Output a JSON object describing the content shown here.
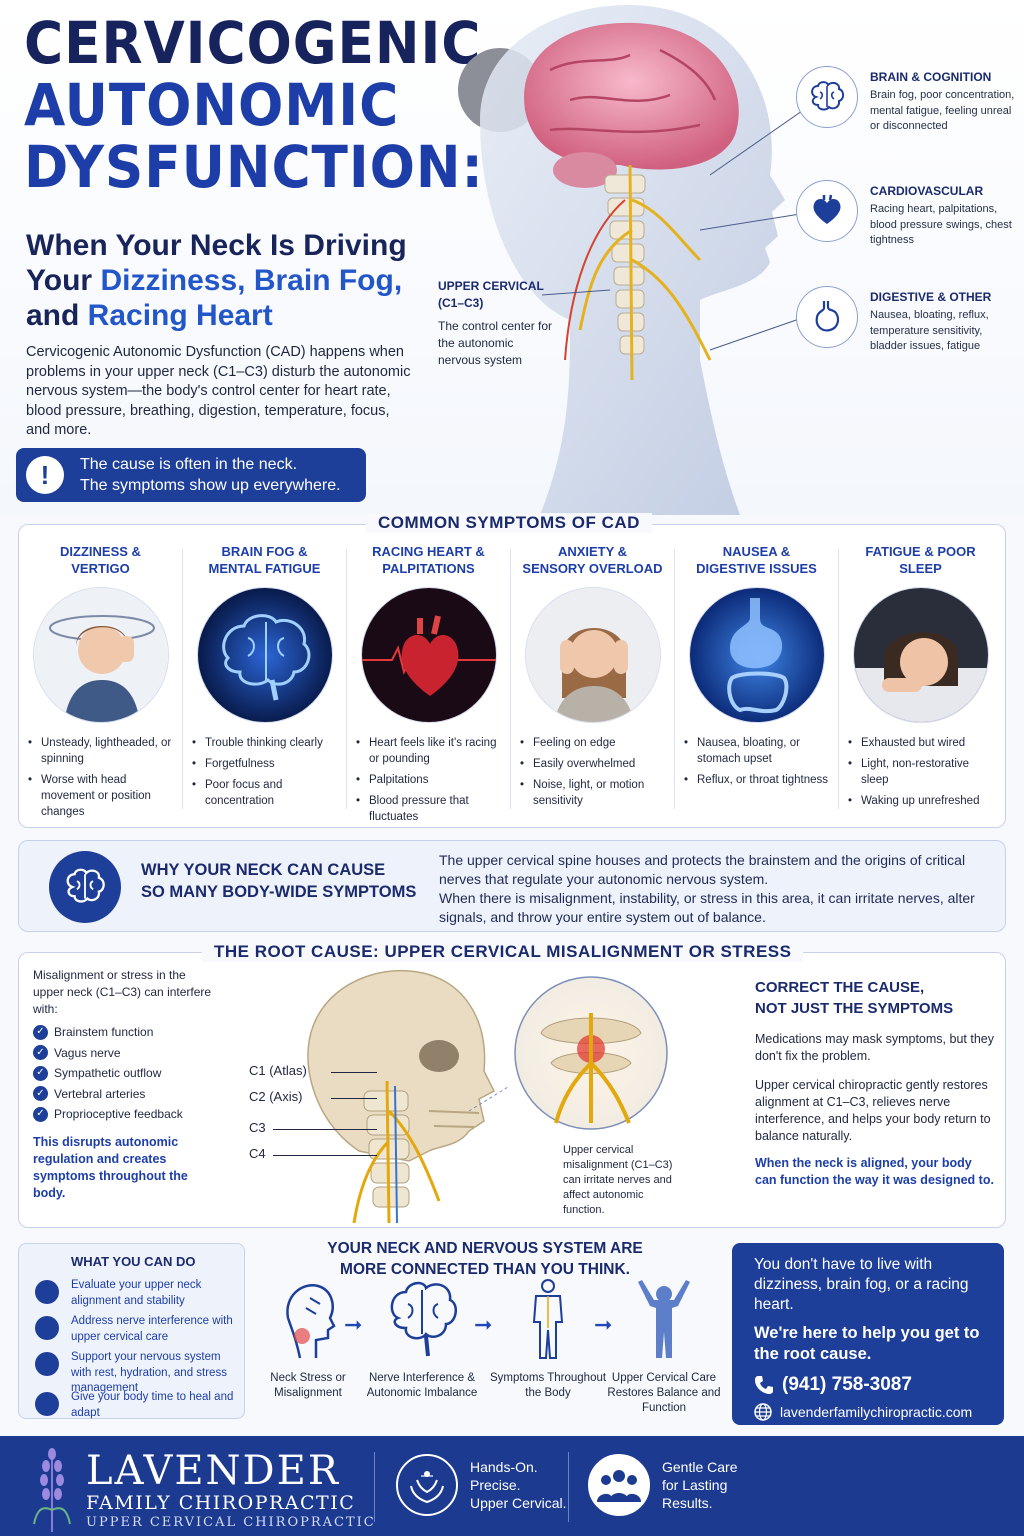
{
  "header": {
    "title_line1": "CERVICOGENIC",
    "title_line2": "AUTONOMIC",
    "title_line3": "DYSFUNCTION:",
    "subtitle_part1": "When Your Neck Is Driving Your ",
    "subtitle_hl1": "Dizziness, Brain Fog,",
    "subtitle_part2": " and ",
    "subtitle_hl2": "Racing Heart",
    "intro": "Cervicogenic Autonomic Dysfunction (CAD) happens when problems in your upper neck (C1–C3) disturb the autonomic nervous system—the body's control center for heart rate, blood pressure, breathing, digestion, temperature, focus, and more.",
    "callout_icon": "!",
    "callout_line1": "The cause is often in the neck.",
    "callout_line2": "The symptoms show up everywhere."
  },
  "upper_cervical": {
    "heading_line1": "UPPER CERVICAL",
    "heading_line2": "(C1–C3)",
    "text": "The control center for the autonomic nervous system"
  },
  "side_items": [
    {
      "icon": "brain-icon",
      "heading": "BRAIN & COGNITION",
      "text": "Brain fog, poor concentration, mental fatigue, feeling unreal or disconnected"
    },
    {
      "icon": "heart-icon",
      "heading": "CARDIOVASCULAR",
      "text": "Racing heart, palpitations, blood pressure swings, chest tightness"
    },
    {
      "icon": "stomach-icon",
      "heading": "DIGESTIVE & OTHER",
      "text": "Nausea, bloating, reflux, temperature sensitivity, bladder issues, fatigue"
    }
  ],
  "symptoms": {
    "title": "COMMON SYMPTOMS OF CAD",
    "columns": [
      {
        "heading_1": "DIZZINESS &",
        "heading_2": "VERTIGO",
        "bullets": [
          "Unsteady, lightheaded, or spinning",
          "Worse with head movement or position changes"
        ]
      },
      {
        "heading_1": "BRAIN FOG &",
        "heading_2": "MENTAL FATIGUE",
        "bullets": [
          "Trouble thinking clearly",
          "Forgetfulness",
          "Poor focus and concentration"
        ]
      },
      {
        "heading_1": "RACING HEART &",
        "heading_2": "PALPITATIONS",
        "bullets": [
          "Heart feels like it's racing or pounding",
          "Palpitations",
          "Blood pressure that fluctuates"
        ]
      },
      {
        "heading_1": "ANXIETY &",
        "heading_2": "SENSORY OVERLOAD",
        "bullets": [
          "Feeling on edge",
          "Easily overwhelmed",
          "Noise, light, or motion sensitivity"
        ]
      },
      {
        "heading_1": "NAUSEA &",
        "heading_2": "DIGESTIVE ISSUES",
        "bullets": [
          "Nausea, bloating, or stomach upset",
          "Reflux, or throat tightness"
        ]
      },
      {
        "heading_1": "FATIGUE & POOR",
        "heading_2": "SLEEP",
        "bullets": [
          "Exhausted but wired",
          "Light, non-restorative sleep",
          "Waking up unrefreshed"
        ]
      }
    ]
  },
  "why": {
    "heading_line1": "WHY YOUR NECK CAN CAUSE",
    "heading_line2": "SO MANY BODY-WIDE SYMPTOMS",
    "text1": "The upper cervical spine houses and protects the brainstem and the origins of critical nerves that regulate your autonomic nervous system.",
    "text2": "When there is misalignment, instability, or stress in this area, it can irritate nerves, alter signals, and throw your entire system out of balance."
  },
  "root": {
    "title": "THE ROOT CAUSE: UPPER CERVICAL MISALIGNMENT OR STRESS",
    "intro": "Misalignment or stress in the upper neck (C1–C3) can interfere with:",
    "checks": [
      "Brainstem function",
      "Vagus nerve",
      "Sympathetic outflow",
      "Vertebral arteries",
      "Proprioceptive feedback"
    ],
    "emphasis": "This disrupts autonomic regulation and creates symptoms throughout the body.",
    "labels": [
      "C1 (Atlas)",
      "C2 (Axis)",
      "C3",
      "C4"
    ],
    "zoom_caption": "Upper cervical misalignment (C1–C3) can irritate nerves and affect autonomic function.",
    "right_heading_line1": "CORRECT THE CAUSE,",
    "right_heading_line2": "NOT JUST THE SYMPTOMS",
    "right_p1": "Medications may mask symptoms, but they don't fix the problem.",
    "right_p2": "Upper cervical chiropractic gently restores alignment at C1–C3, relieves nerve interference, and helps your body return to balance naturally.",
    "right_em": "When the neck is aligned, your body can function the way it was designed to."
  },
  "todo": {
    "heading": "WHAT YOU CAN DO",
    "items": [
      "Evaluate your upper neck alignment and stability",
      "Address nerve interference with upper cervical care",
      "Support your nervous system with rest, hydration, and stress management",
      "Give your body time to heal and adapt"
    ]
  },
  "connected": {
    "heading_line1": "YOUR NECK AND NERVOUS SYSTEM ARE",
    "heading_line2": "MORE CONNECTED THAN YOU THINK.",
    "steps": [
      {
        "icon": "neck-stress-icon",
        "caption": "Neck Stress or Misalignment"
      },
      {
        "icon": "brain-icon",
        "caption": "Nerve Interference & Autonomic Imbalance"
      },
      {
        "icon": "body-icon",
        "caption": "Symptoms Throughout the Body"
      },
      {
        "icon": "person-arms-up-icon",
        "caption": "Upper Cervical Care Restores Balance and Function"
      }
    ]
  },
  "cta": {
    "text": "You don't have to live with dizziness, brain fog, or a racing heart.",
    "emphasis": "We're here to help you get to the root cause.",
    "phone": "(941) 758-3087",
    "website": "lavenderfamilychiropractic.com"
  },
  "footer": {
    "brand_line1": "LAVENDER",
    "brand_line2": "FAMILY CHIROPRACTIC",
    "brand_line3": "UPPER CERVICAL CHIROPRACTIC",
    "item1_line1": "Hands-On.",
    "item1_line2": "Precise.",
    "item1_line3": "Upper Cervical.",
    "item2_line1": "Gentle Care",
    "item2_line2": "for Lasting",
    "item2_line3": "Results."
  },
  "colors": {
    "navy": "#1a2a6c",
    "accent_blue": "#1e3f99",
    "highlight": "#2357c9",
    "footer": "#1c3a8f"
  }
}
